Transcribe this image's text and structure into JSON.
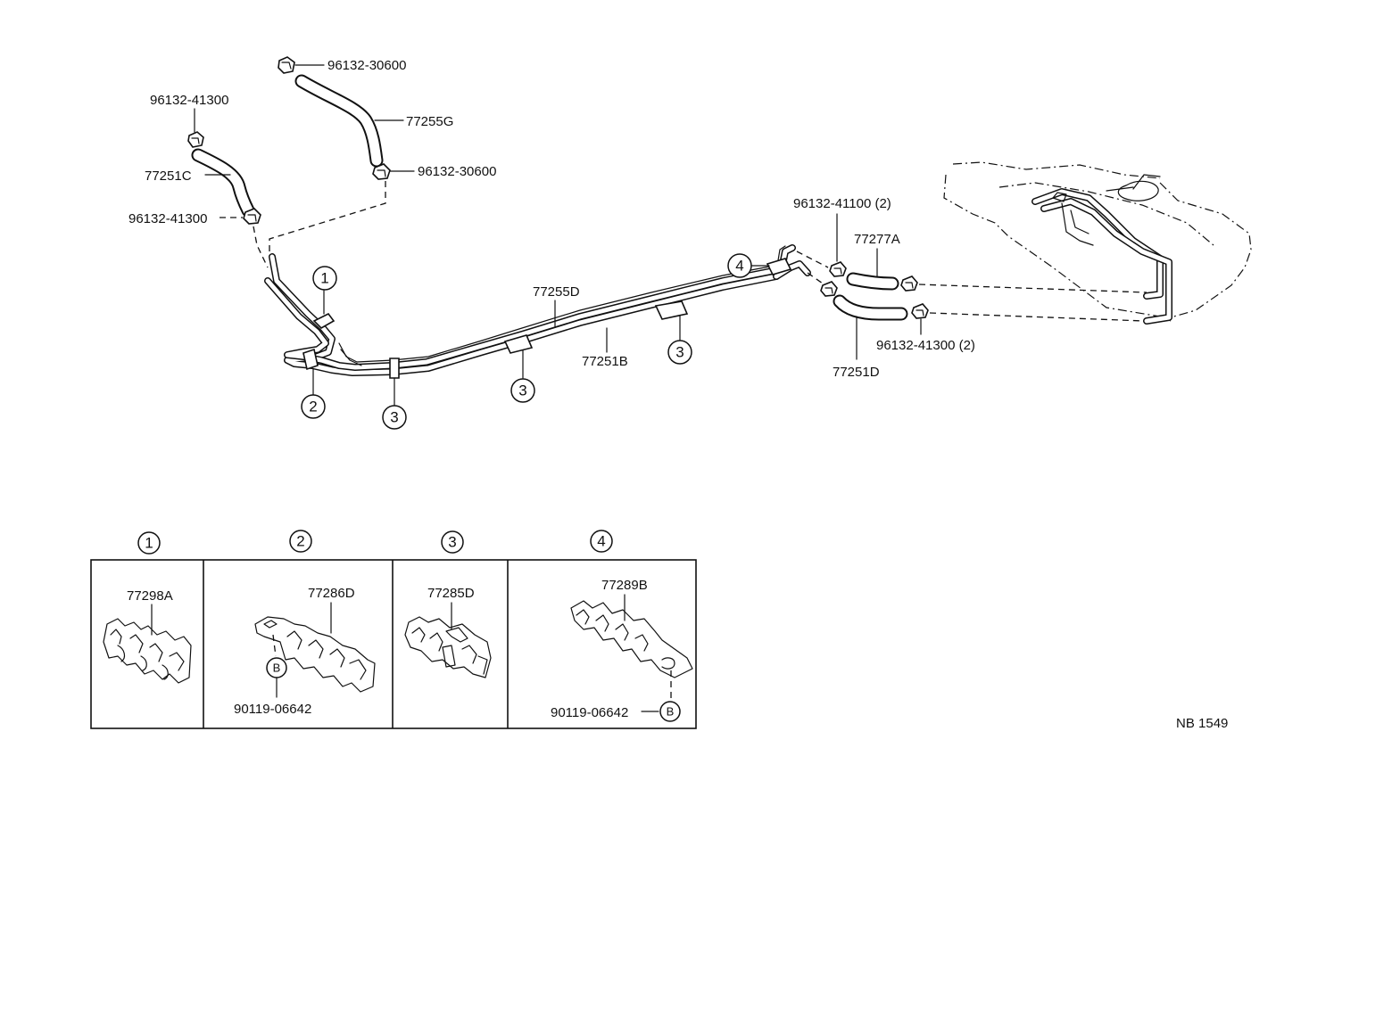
{
  "parts": {
    "top_clip": "96132-30600",
    "top_hose": "77255G",
    "hose_lower_clip": "96132-30600",
    "left_top_clip": "96132-41300",
    "left_hose": "77251C",
    "left_lower_clip": "96132-41300",
    "main_tube_upper": "77255D",
    "main_tube_lower": "77251B",
    "right_top_clip": "96132-41100 (2)",
    "right_hose_upper": "77277A",
    "right_lower_clip": "96132-41300 (2)",
    "right_hose_lower": "77251D"
  },
  "callouts": {
    "c1": "1",
    "c2": "2",
    "c3a": "3",
    "c3b": "3",
    "c3c": "3",
    "c4": "4"
  },
  "table": {
    "headers": [
      "1",
      "2",
      "3",
      "4"
    ],
    "cells": [
      {
        "part": "77298A",
        "bolt": ""
      },
      {
        "part": "77286D",
        "bolt": "90119-06642",
        "bolt_mark": "B"
      },
      {
        "part": "77285D",
        "bolt": ""
      },
      {
        "part": "77289B",
        "bolt": "90119-06642",
        "bolt_mark": "B"
      }
    ]
  },
  "diagram_code": "NB 1549"
}
